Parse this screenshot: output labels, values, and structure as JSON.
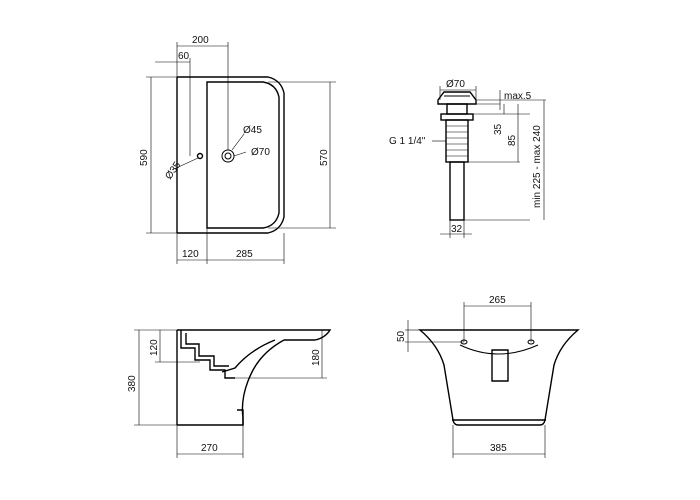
{
  "top_view": {
    "dim_200": "200",
    "dim_60": "60",
    "dim_590": "590",
    "dim_570": "570",
    "dim_d45": "Ø45",
    "dim_d70": "Ø70",
    "dim_d35": "Ø35",
    "dim_120": "120",
    "dim_285": "285"
  },
  "drain_view": {
    "dim_d70": "Ø70",
    "dim_max5": "max.5",
    "dim_35": "35",
    "dim_85": "85",
    "dim_range": "min 225 - max 240",
    "thread": "G 1 1/4\"",
    "dim_32": "32"
  },
  "side_view": {
    "dim_120": "120",
    "dim_180": "180",
    "dim_380": "380",
    "dim_270": "270"
  },
  "front_view": {
    "dim_265": "265",
    "dim_50": "50",
    "dim_385": "385"
  }
}
